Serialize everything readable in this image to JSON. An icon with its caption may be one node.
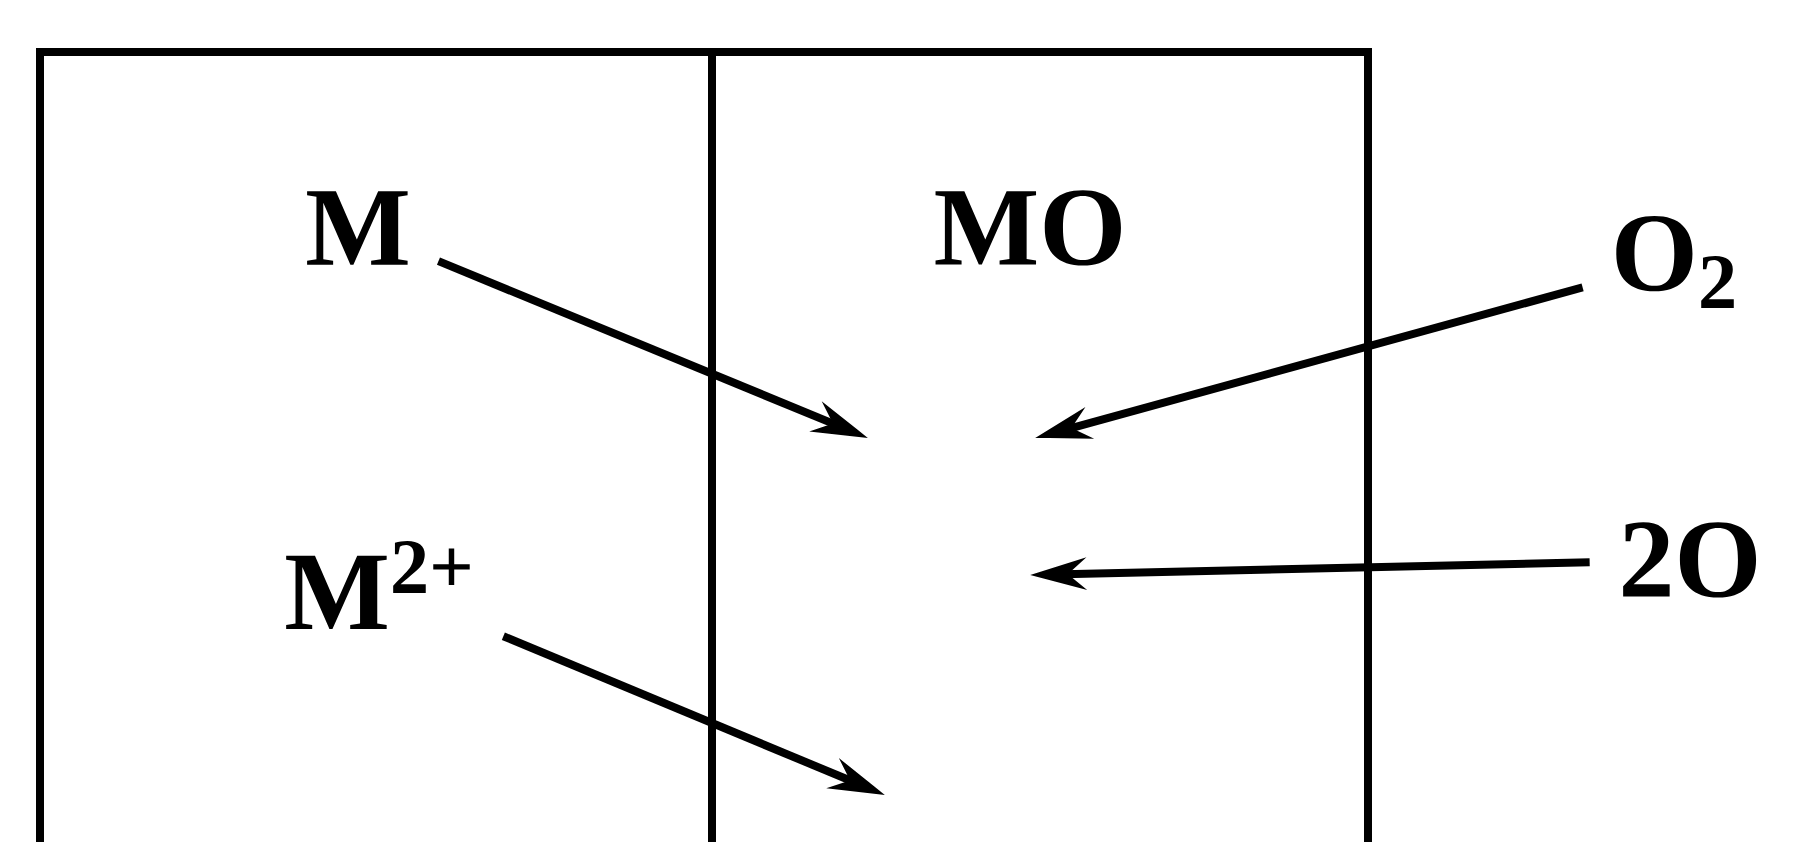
{
  "diagram": {
    "nodes": [
      {
        "text": [],
        "shape": "box"
      },
      {
        "text": [],
        "shape": "box"
      },
      {
        "text": [
          "M"
        ],
        "in": 0
      },
      {
        "text": [
          "M$^{2+}$"
        ],
        "in": 0
      },
      {
        "text": [
          "MO"
        ],
        "in": 1
      },
      {
        "text": [
          "O$_{2}$"
        ]
      },
      {
        "text": [
          "2O"
        ]
      }
    ],
    "edges": [
      {
        "from": 2,
        "to": null,
        "arrow": "to"
      },
      {
        "from": 3,
        "to": null,
        "arrow": "to"
      },
      {
        "from": 5,
        "to": null,
        "arrow": "to"
      },
      {
        "from": 6,
        "to": null,
        "arrow": "to"
      }
    ]
  }
}
